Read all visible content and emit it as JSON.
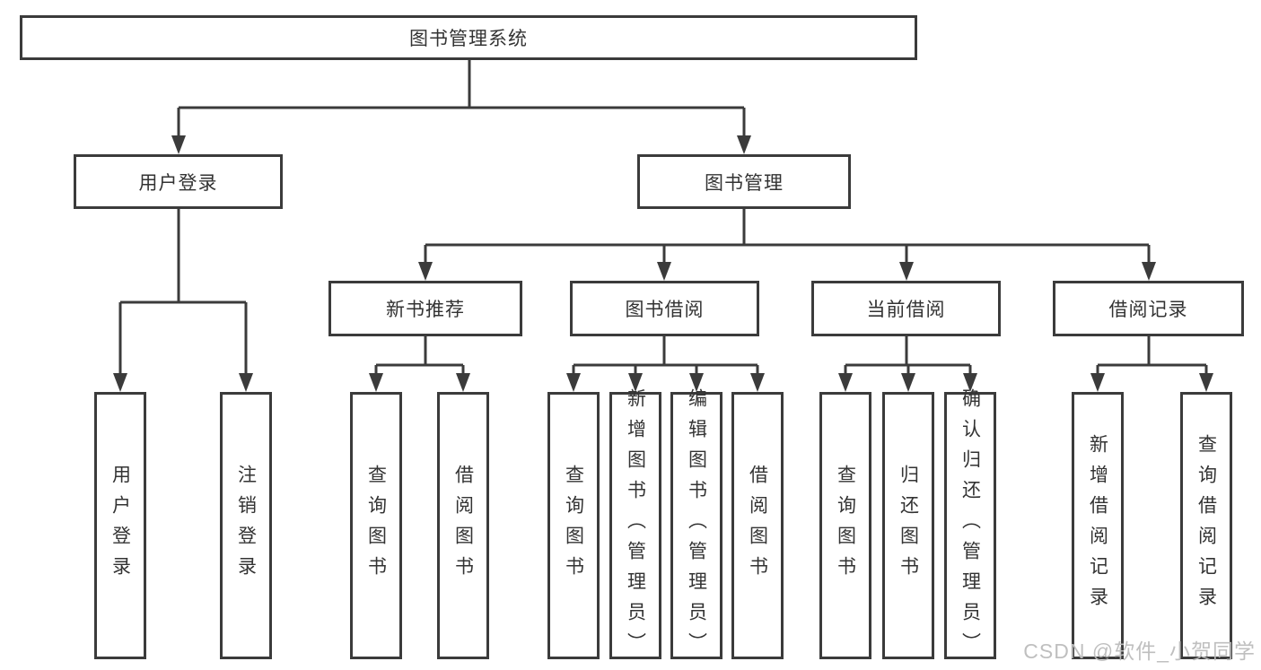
{
  "colors": {
    "line": "#3b3b3b",
    "box_border": "#3b3b3b",
    "text": "#333333",
    "background": "#ffffff",
    "watermark": "#bcbcbc"
  },
  "root": {
    "label": "图书管理系统"
  },
  "branches": {
    "user_login": {
      "label": "用户登录",
      "children": [
        "用户登录",
        "注销登录"
      ]
    },
    "book_management": {
      "label": "图书管理",
      "sections": {
        "new_book_recommend": {
          "label": "新书推荐",
          "children": [
            "查询图书",
            "借阅图书"
          ]
        },
        "book_borrow": {
          "label": "图书借阅",
          "children": [
            "查询图书",
            "新增图书（管理员）",
            "编辑图书（管理员）",
            "借阅图书"
          ]
        },
        "current_borrow": {
          "label": "当前借阅",
          "children": [
            "查询图书",
            "归还图书",
            "确认归还（管理员）"
          ]
        },
        "borrow_records": {
          "label": "借阅记录",
          "children": [
            "新增借阅记录",
            "查询借阅记录"
          ]
        }
      }
    }
  },
  "watermark": "CSDN @软件_小贺同学"
}
